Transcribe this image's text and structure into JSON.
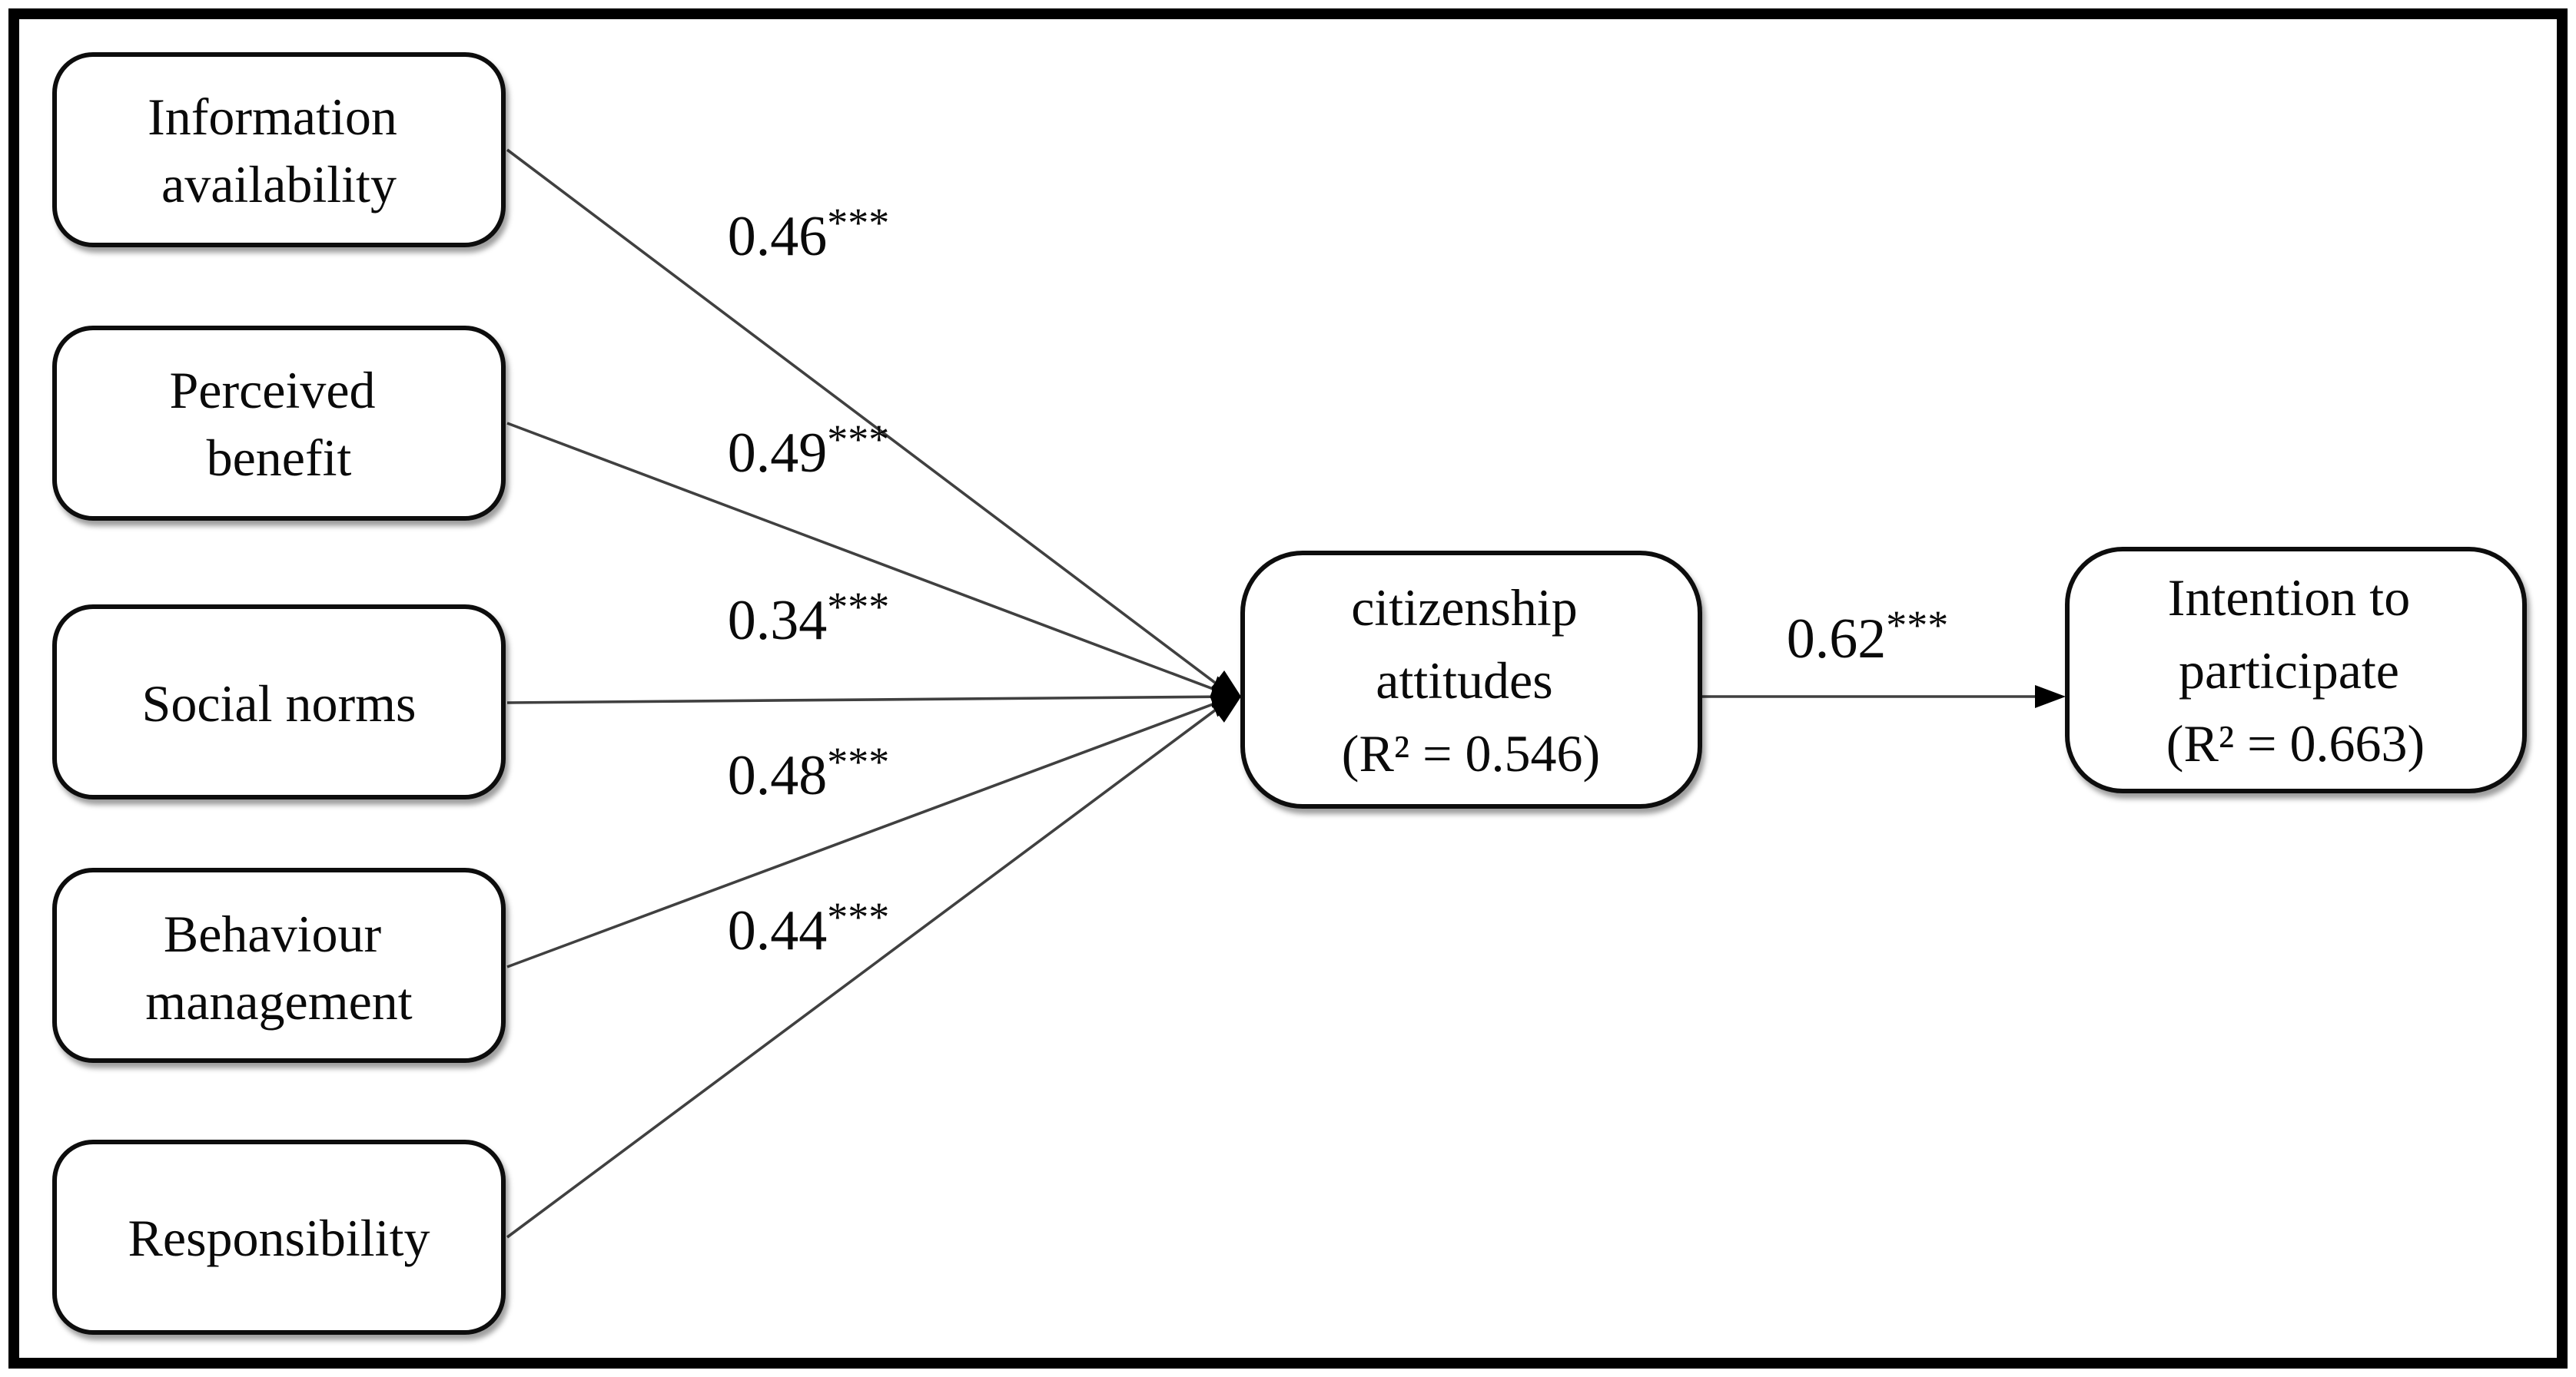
{
  "figure": {
    "type": "sem-path-diagram",
    "predictors": [
      {
        "id": "information-availability",
        "lines": [
          "Information",
          "availability"
        ],
        "coefficient": "0.46",
        "significance": "***"
      },
      {
        "id": "perceived-benefit",
        "lines": [
          "Perceived",
          "benefit"
        ],
        "coefficient": "0.49",
        "significance": "***"
      },
      {
        "id": "social-norms",
        "lines": [
          "Social norms"
        ],
        "coefficient": "0.34",
        "significance": "***"
      },
      {
        "id": "behaviour-management",
        "lines": [
          "Behaviour",
          "management"
        ],
        "coefficient": "0.48",
        "significance": "***"
      },
      {
        "id": "responsibility",
        "lines": [
          "Responsibility"
        ],
        "coefficient": "0.44",
        "significance": "***"
      }
    ],
    "mediator": {
      "lines": [
        "citizenship",
        "attitudes",
        "(R² = 0.546)"
      ],
      "label": "citizenship attitudes",
      "r_squared": "0.546"
    },
    "outcome": {
      "lines": [
        "Intention to",
        "participate",
        "(R² = 0.663)"
      ],
      "label": "Intention to participate",
      "r_squared": "0.663"
    },
    "mediator_path": {
      "coefficient": "0.62",
      "significance": "***"
    },
    "colors": {
      "background": "#ffffff",
      "box_fill": "#ffffff",
      "box_stroke": "#0d0d0d",
      "connector_line": "#404040",
      "text": "#0a0a0a"
    }
  }
}
